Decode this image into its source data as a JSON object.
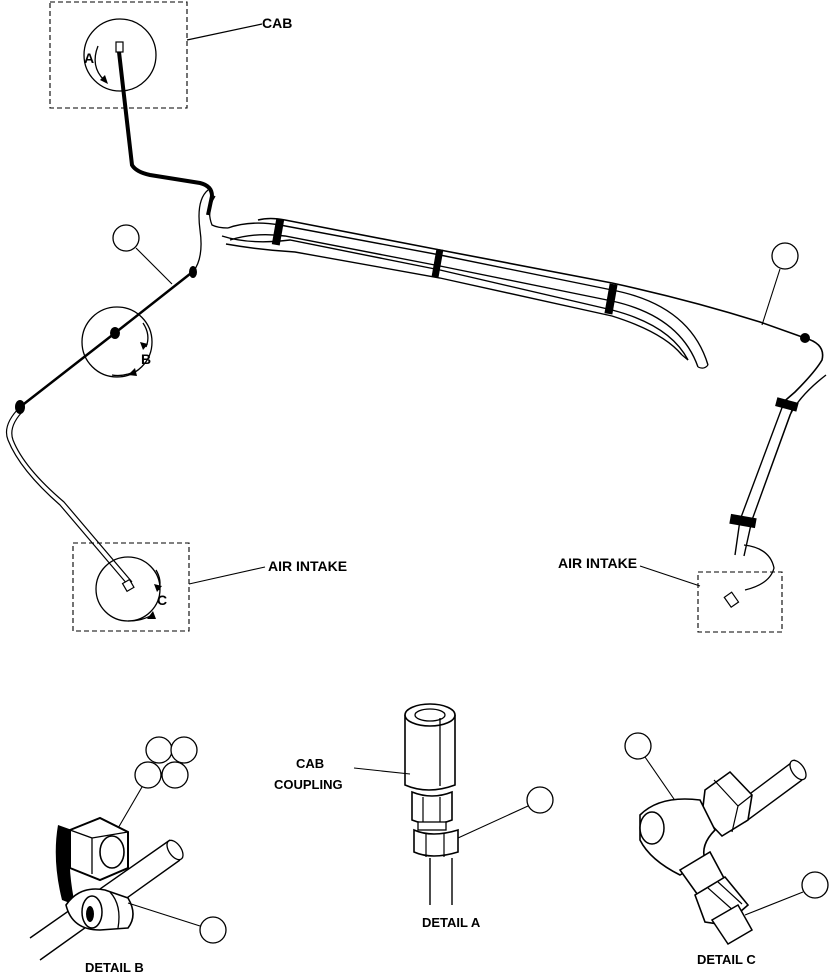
{
  "labels": {
    "cab": "CAB",
    "air_intake_left": "AIR INTAKE",
    "air_intake_right": "AIR INTAKE",
    "detail_a_letter": "A",
    "detail_b_letter": "B",
    "detail_c_letter": "C",
    "cab_coupling_line1": "CAB",
    "cab_coupling_line2": "COUPLING",
    "detail_a": "DETAIL A",
    "detail_b": "DETAIL B",
    "detail_c": "DETAIL C"
  }
}
